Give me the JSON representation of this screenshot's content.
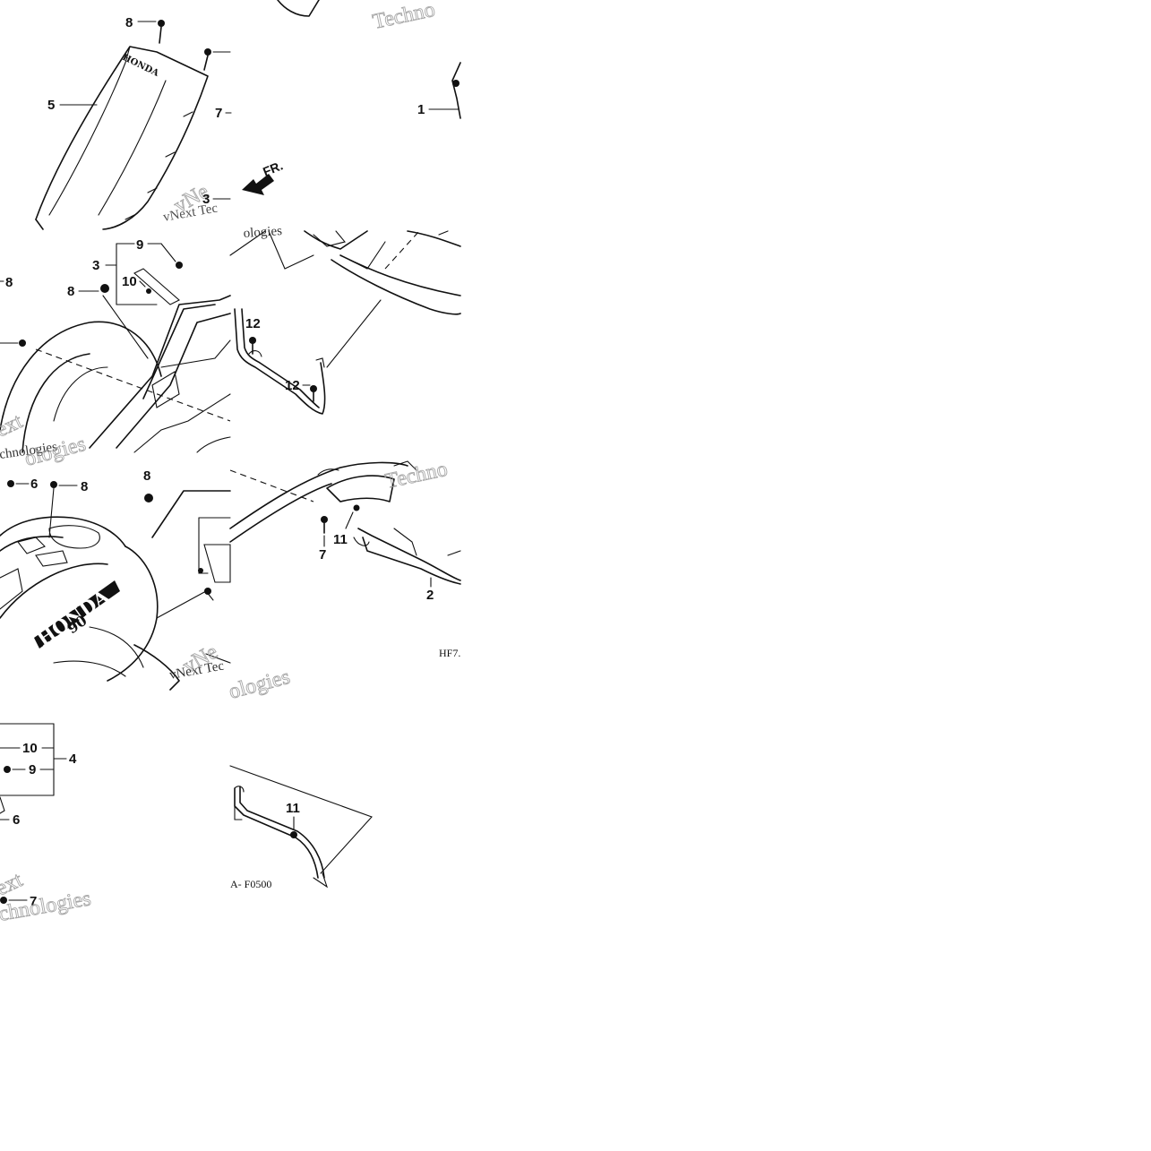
{
  "callouts": {
    "c1": "1",
    "c2": "2",
    "c3a": "3",
    "c3b": "3",
    "c4": "4",
    "c5": "5",
    "c6a": "6",
    "c6b": "6",
    "c7a": "7",
    "c7b": "7",
    "c7c": "7",
    "c8a": "8",
    "c8b": "8",
    "c8c": "8",
    "c8d": "8",
    "c8e": "8",
    "c9a": "9",
    "c9b": "9",
    "c10a": "10",
    "c10b": "10",
    "c11a": "11",
    "c11b": "11",
    "c12a": "12",
    "c12b": "12"
  },
  "direction_label": "FR.",
  "brand": {
    "honda_fender": "HONDA",
    "honda_tank": "HONDA",
    "model_number": "90"
  },
  "codes": {
    "diagram_code_partial": "HF7.",
    "diagram_code": "A- F0500"
  },
  "watermarks": {
    "w1": "Techno",
    "w2": "vNext Tec",
    "w3": "vNe",
    "w4": "ologies",
    "w5": "ext",
    "w6": "chnologies",
    "w7": "Techno",
    "w8": "vNext Tec",
    "w9": "vNe",
    "w10": "ologies",
    "w11": "ext",
    "w12": "chnologies"
  },
  "colors": {
    "ink": "#111111",
    "watermark": "#999999",
    "background": "#ffffff"
  }
}
